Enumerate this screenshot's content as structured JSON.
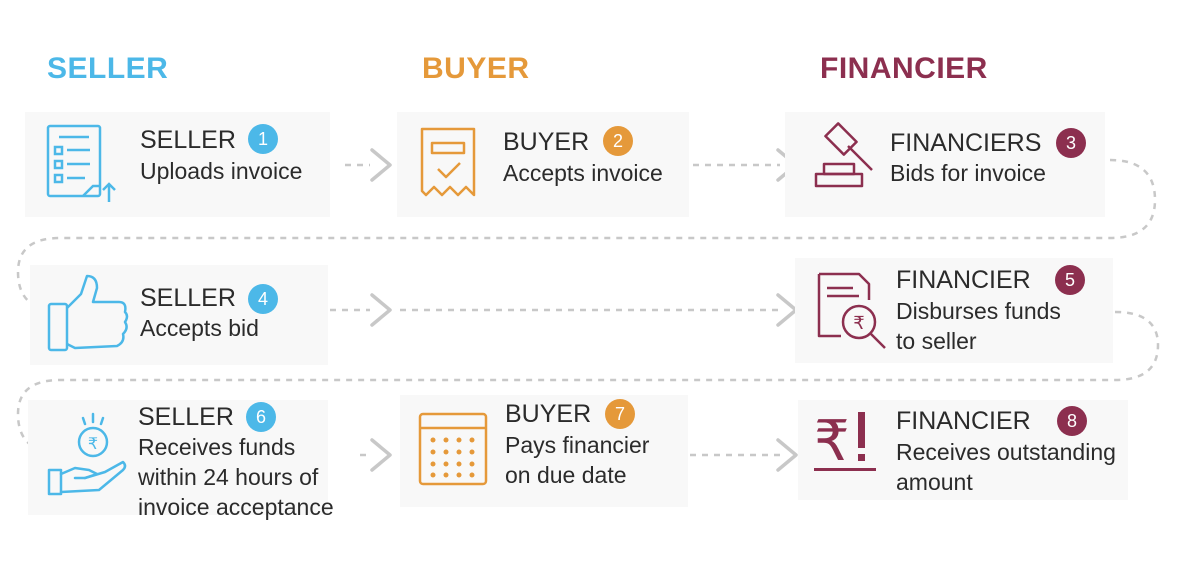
{
  "colors": {
    "seller": "#4cb8e8",
    "buyer": "#e5993a",
    "financier": "#8c2f4f",
    "connector": "#c8c8c8"
  },
  "lanes": {
    "seller": "SELLER",
    "buyer": "BUYER",
    "financier": "FINANCIER"
  },
  "steps": [
    {
      "num": "1",
      "role": "SELLER",
      "lines": [
        "Uploads invoice"
      ],
      "icon": "invoice-upload-icon"
    },
    {
      "num": "2",
      "role": "BUYER",
      "lines": [
        "Accepts invoice"
      ],
      "icon": "invoice-check-icon"
    },
    {
      "num": "3",
      "role": "FINANCIERS",
      "lines": [
        "Bids for invoice"
      ],
      "icon": "gavel-icon"
    },
    {
      "num": "4",
      "role": "SELLER",
      "lines": [
        "Accepts bid"
      ],
      "icon": "thumbs-up-icon"
    },
    {
      "num": "5",
      "role": "FINANCIER",
      "lines": [
        "Disburses funds",
        "to seller"
      ],
      "icon": "document-rupee-search-icon"
    },
    {
      "num": "6",
      "role": "SELLER",
      "lines": [
        "Receives funds",
        "within 24 hours of",
        "invoice acceptance"
      ],
      "icon": "hand-coin-icon"
    },
    {
      "num": "7",
      "role": "BUYER",
      "lines": [
        "Pays financier",
        "on due date"
      ],
      "icon": "calendar-icon"
    },
    {
      "num": "8",
      "role": "FINANCIER",
      "lines": [
        "Receives outstanding",
        "amount"
      ],
      "icon": "rupee-alert-icon"
    }
  ]
}
